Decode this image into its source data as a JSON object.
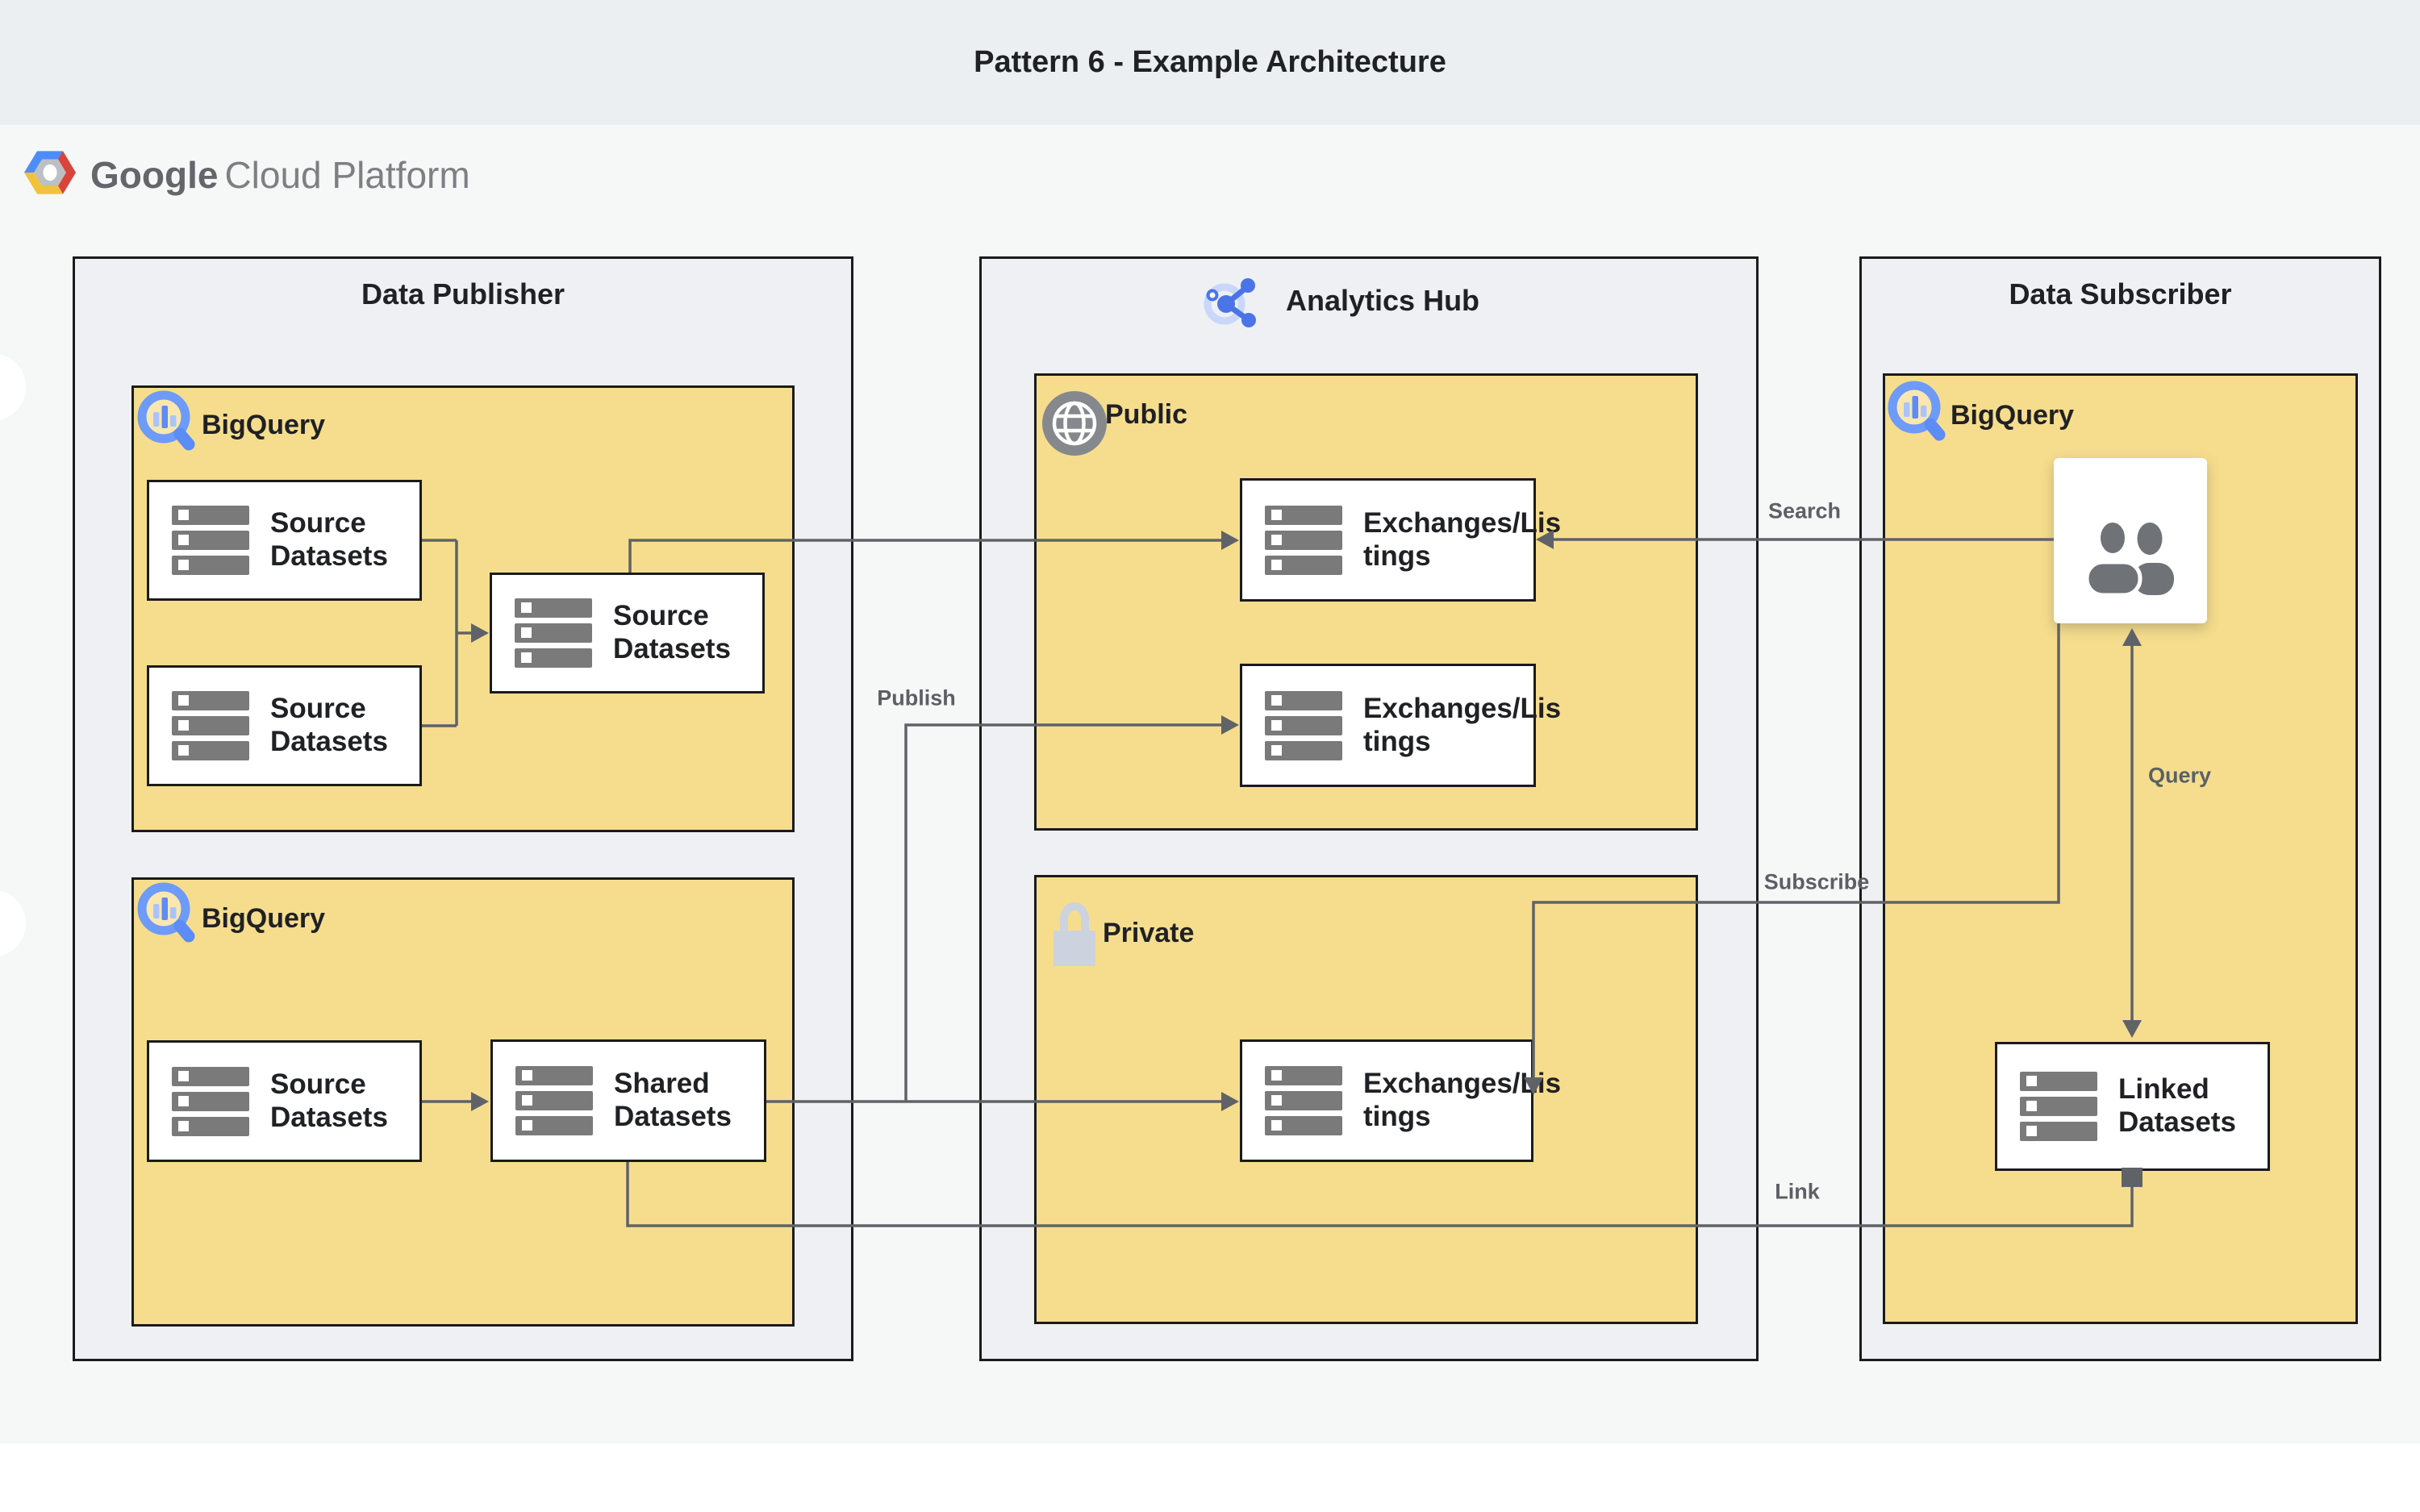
{
  "title": "Pattern 6 - Example Architecture",
  "logo": {
    "brand": "Google",
    "suffix": "Cloud Platform"
  },
  "containers": {
    "publisher": {
      "title": "Data Publisher"
    },
    "hub": {
      "title": "Analytics Hub"
    },
    "subscriber": {
      "title": "Data Subscriber"
    }
  },
  "groups": {
    "publisher_bq_top": {
      "label": "BigQuery"
    },
    "publisher_bq_bottom": {
      "label": "BigQuery"
    },
    "subscriber_bq": {
      "label": "BigQuery"
    },
    "public": {
      "label": "Public"
    },
    "private": {
      "label": "Private"
    }
  },
  "nodes": {
    "source_a": {
      "label": "Source\nDatasets"
    },
    "source_b": {
      "label": "Source\nDatasets"
    },
    "source_c": {
      "label": "Source\nDatasets"
    },
    "source_d": {
      "label": "Source\nDatasets"
    },
    "shared": {
      "label": "Shared\nDatasets"
    },
    "exchange_public_1": {
      "label": "Exchanges/Lis\ntings"
    },
    "exchange_public_2": {
      "label": "Exchanges/Lis\ntings"
    },
    "exchange_private": {
      "label": "Exchanges/Lis\ntings"
    },
    "linked": {
      "label": "Linked\nDatasets"
    }
  },
  "edges": {
    "search": "Search",
    "publish": "Publish",
    "subscribe": "Subscribe",
    "query": "Query",
    "link": "Link"
  },
  "icons": {
    "gcp_hexagon": "google-cloud-platform-logo",
    "bigquery": "magnifier-bar-chart",
    "analytics_hub": "share-nodes-ring",
    "globe": "public-globe",
    "lock": "private-lock",
    "dataset": "stacked-servers",
    "people": "two-users"
  },
  "colors": {
    "yellow": "#f6dd8d",
    "container_fill": "#eef0f3",
    "wire_gray": "#5f6368",
    "bigquery_blue": "#5c8cf5",
    "ink": "#202124"
  }
}
